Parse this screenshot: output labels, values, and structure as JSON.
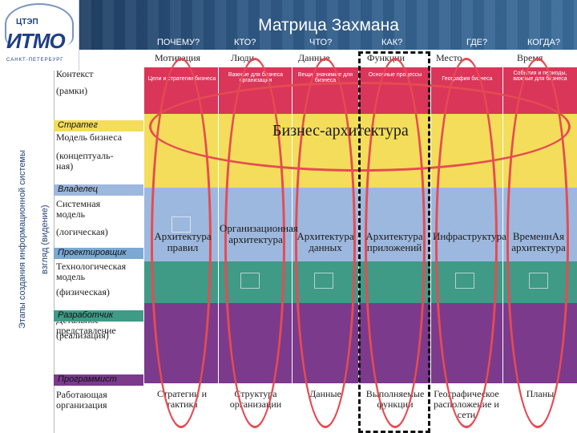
{
  "title": "Матрица Захмана",
  "logo": {
    "tsep": "ЦТЭП",
    "itmo": "ИТМО",
    "city": "САНКТ-ПЕТЕРБУРГ"
  },
  "side_labels": {
    "outer": "Этапы создания информационной системы",
    "inner": "взгляд (видение)"
  },
  "questions": [
    "ПОЧЕМУ?",
    "КТО?",
    "ЧТО?",
    "КАК?",
    "ГДЕ?",
    "КОГДА?"
  ],
  "column_heads": [
    "Мотивация",
    "Люди",
    "Данные",
    "Функции",
    "Место",
    "Время"
  ],
  "rows": [
    {
      "label": "Контекст",
      "sub": "(рамки)"
    },
    {
      "label": "Модель бизнеса",
      "sub": "(концептуаль-ная)"
    },
    {
      "label": "Системная модель",
      "sub": "(логическая)"
    },
    {
      "label": "Технологическая модель",
      "sub": "(физическая)"
    },
    {
      "label": "Детальное представление",
      "sub": "(реализация)"
    },
    {
      "label": "Работающая организация",
      "sub": ""
    }
  ],
  "roles": [
    "Стратег",
    "Владелец",
    "Проектировщик",
    "Разработчик",
    "Программист"
  ],
  "context_cells": [
    "Цели и стратегии бизнеса",
    "Важные для бизнеса организации",
    "Вещи, значимые для бизнеса",
    "Основные процессы",
    "География бизнеса",
    "События и периоды, важные для бизнеса"
  ],
  "bottom_cells": [
    "Стратегии и тактика",
    "Структура организации",
    "Данные",
    "Выполняемые функции",
    "Географическое расположение и сети",
    "Планы"
  ],
  "overlay": {
    "business": "Бизнес-архитектура",
    "columns": [
      "Архитектура правил",
      "Организационная архитектура",
      "Архитектура данных",
      "Архитектура приложений",
      "Инфраструктура",
      "ВременнАя архитектура"
    ]
  },
  "colors": {
    "header": "#2f5a86",
    "context_band": "#d9365a",
    "business_band": "#f3dd5a",
    "system_band": "#9db8de",
    "technology_band": "#3f9a86",
    "detail_band": "#7b3a8c",
    "accent_ellipse": "#e64b52"
  }
}
